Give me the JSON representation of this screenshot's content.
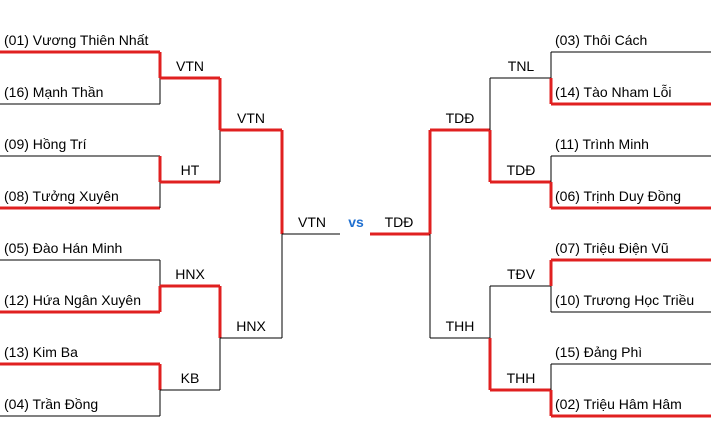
{
  "left": {
    "players": [
      "(01) Vương Thiên Nhất",
      "(16) Mạnh Thần",
      "(09) Hồng Trí",
      "(08) Tưởng Xuyên",
      "(05) Đào Hán Minh",
      "(12) Hứa Ngân Xuyên",
      "(13) Kim Ba",
      "(04) Trần Đồng"
    ],
    "round1": [
      "VTN",
      "HT",
      "HNX",
      "KB"
    ],
    "round2": [
      "VTN",
      "HNX"
    ],
    "final": "VTN"
  },
  "right": {
    "players": [
      "(03) Thôi Cách",
      "(14) Tào Nham Lỗi",
      "(11) Trình Minh",
      "(06) Trịnh Duy Đồng",
      "(07) Triệu Điện Vũ",
      "(10) Trương Học Triều",
      "(15) Đảng Phì",
      "(02) Triệu Hâm Hâm"
    ],
    "round1": [
      "TNL",
      "TDĐ",
      "TĐV",
      "THH"
    ],
    "round2": [
      "TDĐ",
      "THH"
    ],
    "final": "TDĐ"
  },
  "vs_label": "vs",
  "colors": {
    "winner_line": "#e02020",
    "line": "#000000",
    "vs": "#1f6fd0"
  }
}
